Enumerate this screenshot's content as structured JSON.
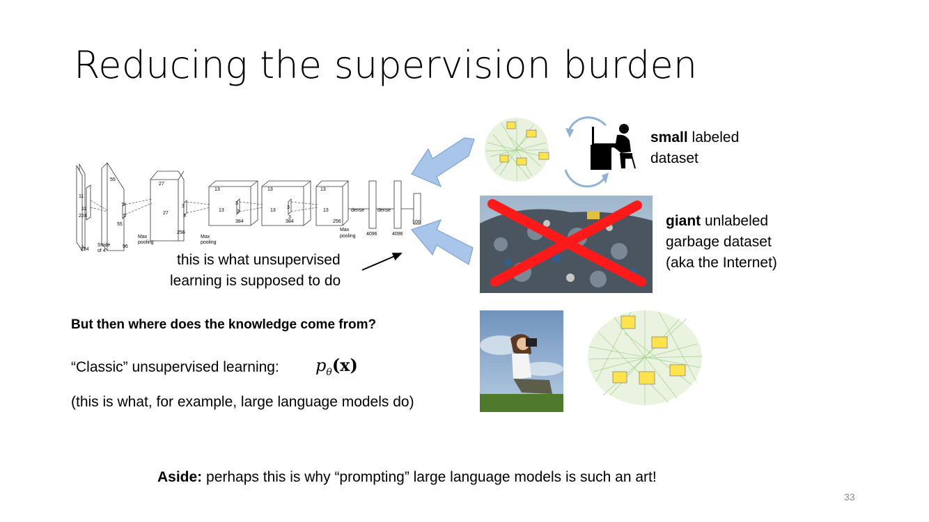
{
  "slide": {
    "title": "Reducing the supervision burden",
    "number": "33"
  },
  "cnn_diagram": {
    "labels": {
      "input_a": "224",
      "input_b": "224",
      "k1a": "11",
      "k1b": "11",
      "stride": "Stride",
      "stride2": "of 4",
      "d55a": "55",
      "d55b": "55",
      "d96": "96",
      "k5a": "5",
      "k5b": "5",
      "d27a": "27",
      "d27b": "27",
      "d256a": "256",
      "k3a": "3",
      "k3b": "3",
      "d13a": "13",
      "d13b": "13",
      "d384a": "384",
      "k3c": "3",
      "k3d": "3",
      "d13c": "13",
      "d13d": "13",
      "d384b": "384",
      "k3e": "3",
      "k3f": "3",
      "d13e": "13",
      "d13f": "13",
      "d256b": "256",
      "mp1": "Max",
      "mp1b": "pooling",
      "mp2": "Max",
      "mp2b": "pooling",
      "mp3": "Max",
      "mp3b": "pooling",
      "dense1": "dense",
      "dense2": "dense",
      "n4096a": "4096",
      "n4096b": "4096",
      "n100": "100"
    }
  },
  "annotation": {
    "line1": "this is what unsupervised",
    "line2": "learning is supposed to do"
  },
  "labeled": {
    "bold": "small",
    "rest": " labeled",
    "line2": "dataset"
  },
  "unlabeled": {
    "bold": "giant",
    "rest": " unlabeled",
    "line2": "garbage dataset",
    "line3": "(aka the Internet)"
  },
  "body": {
    "question": "But then where does the knowledge come from?",
    "classic_label": "“Classic” unsupervised learning:",
    "formula_p": "p",
    "formula_sub": "θ",
    "formula_arg": "(x)",
    "llm_note": "(this is what, for example, large language models do)"
  },
  "aside": {
    "bold": "Aside:",
    "rest": " perhaps this is why “prompting” large language models is such an art!"
  },
  "colors": {
    "arrow_fill": "#a9c6ea",
    "arrow_stroke": "#7aa3d4",
    "cross": "#ff1a1a",
    "graph_edges": "#9fd08a",
    "sky": "#8fb2d6",
    "grass": "#4f7a2c"
  },
  "icons": [
    "person-at-desk-icon",
    "cycle-arrows-icon",
    "image-graph-icon",
    "garbage-pile-image",
    "photographer-image"
  ]
}
